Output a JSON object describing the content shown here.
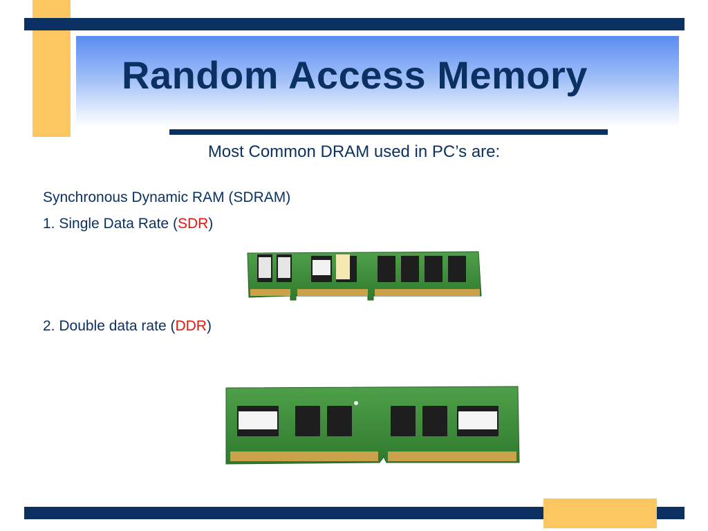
{
  "slide": {
    "title": "Random Access Memory",
    "subtitle": "Most Common DRAM used in PC’s are:",
    "line1": "Synchronous Dynamic RAM (SDRAM)",
    "sdr": {
      "prefix": "1. Single Data Rate (",
      "highlight": "SDR",
      "suffix": ")"
    },
    "ddr": {
      "prefix": "2. Double data rate (",
      "highlight": "DDR",
      "suffix": ")"
    }
  },
  "colors": {
    "navy": "#0B3163",
    "accent_yellow": "#FCC761",
    "highlight_red": "#E8160C",
    "pcb_green": "#3E8F3A",
    "gold_contacts": "#C9A24A"
  },
  "images": {
    "sdr_module": "sdr-ram-module-photo",
    "ddr_module": "ddr-ram-module-photo"
  }
}
